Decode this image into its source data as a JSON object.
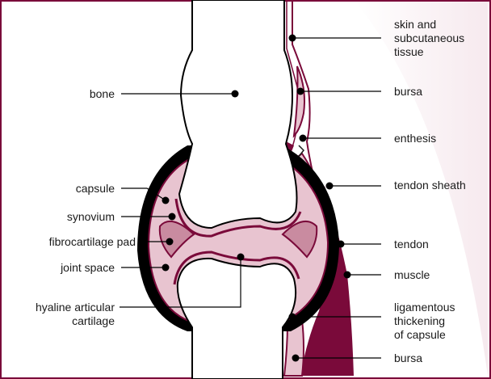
{
  "colors": {
    "frame": "#7a0a3a",
    "muscle": "#7a0a3a",
    "soft_tissue": "#e8c4d0",
    "pad": "#c98ba0",
    "bone": "#ffffff",
    "outline": "#000000"
  },
  "labels": {
    "bone": "bone",
    "capsule": "capsule",
    "synovium": "synovium",
    "fibrocartilage_pad": "fibrocartilage pad",
    "joint_space": "joint space",
    "hyaline_line1": "hyaline articular",
    "hyaline_line2": "cartilage",
    "skin_line1": "skin and",
    "skin_line2": "subcutaneous",
    "skin_line3": "tissue",
    "bursa_top": "bursa",
    "enthesis": "enthesis",
    "tendon_sheath": "tendon sheath",
    "tendon": "tendon",
    "muscle": "muscle",
    "ligament_line1": "ligamentous",
    "ligament_line2": "thickening",
    "ligament_line3": "of capsule",
    "bursa_bottom": "bursa"
  }
}
